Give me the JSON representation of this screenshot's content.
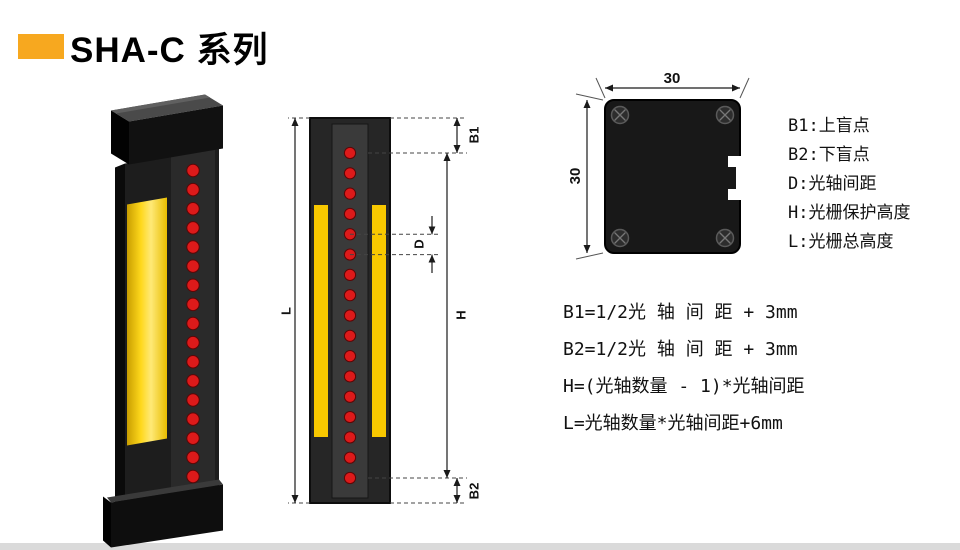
{
  "header": {
    "title": "SHA-C 系列"
  },
  "legend": {
    "items": [
      "B1:上盲点",
      "B2:下盲点",
      "D:光轴间距",
      "H:光栅保护高度",
      "L:光栅总高度"
    ]
  },
  "formulas": [
    "B1=1/2光 轴 间 距 + 3mm",
    "B2=1/2光 轴 间 距 + 3mm",
    "H=(光轴数量 - 1)*光轴间距",
    "L=光轴数量*光轴间距+6mm"
  ],
  "front_view": {
    "led_count": 17,
    "labels": {
      "b1": "B1",
      "b2": "B2",
      "d": "D",
      "h": "H",
      "l": "L"
    }
  },
  "top_view": {
    "width_label": "30",
    "height_label": "30"
  },
  "device_3d": {
    "led_count": 17
  },
  "colors": {
    "accent_orange": "#F7A81F",
    "device_yellow": "#F8C800",
    "led_red": "#DD1A1A"
  }
}
